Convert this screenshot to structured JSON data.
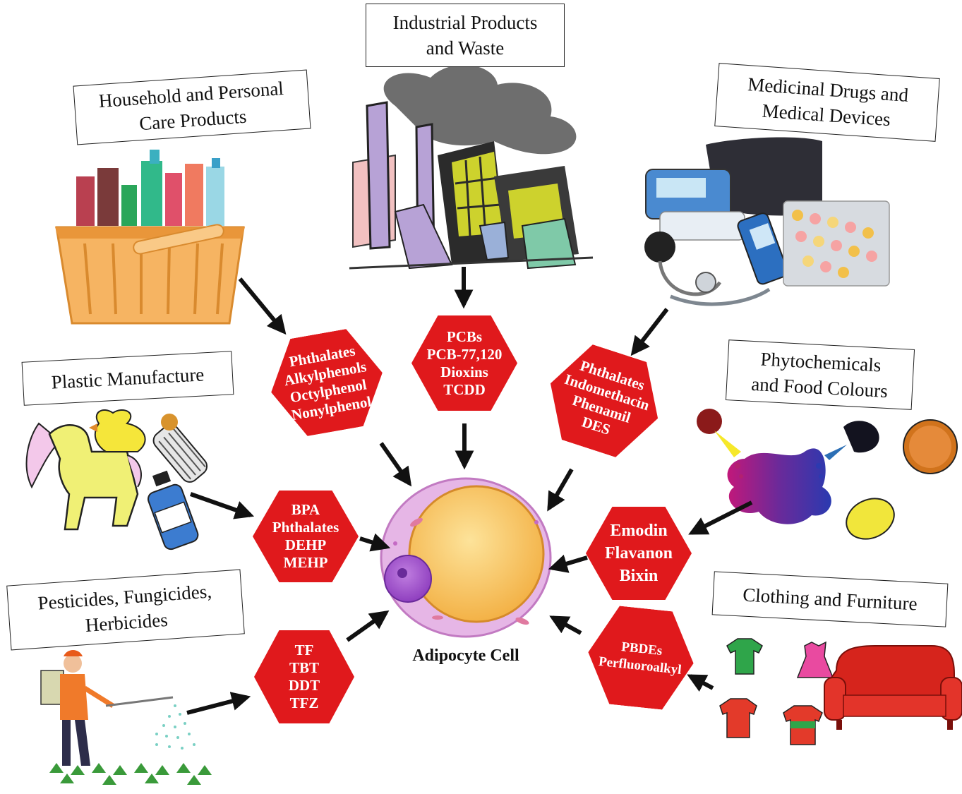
{
  "sources": [
    {
      "id": "household",
      "lines": [
        "Household  and  Personal",
        "Care Products"
      ]
    },
    {
      "id": "industrial",
      "lines": [
        "Industrial  Products",
        "and Waste"
      ]
    },
    {
      "id": "medicinal",
      "lines": [
        "Medicinal  Drugs  and",
        "Medical  Devices"
      ]
    },
    {
      "id": "plastic",
      "lines": [
        "Plastic  Manufacture"
      ]
    },
    {
      "id": "phyto",
      "lines": [
        "Phytochemicals",
        "and Food Colours"
      ]
    },
    {
      "id": "pesticides",
      "lines": [
        "Pesticides,  Fungicides,",
        "Herbicides"
      ]
    },
    {
      "id": "clothing",
      "lines": [
        "Clothing  and  Furniture"
      ]
    }
  ],
  "chemicals": [
    {
      "id": "household",
      "lines": [
        "Phthalates",
        "Alkylphenols",
        "Octylphenol",
        "Nonylphenol"
      ]
    },
    {
      "id": "industrial",
      "lines": [
        "PCBs",
        "PCB-77,120",
        "Dioxins",
        "TCDD"
      ]
    },
    {
      "id": "medicinal",
      "lines": [
        "Phthalates",
        "Indomethacin",
        "Phenamil",
        "DES"
      ]
    },
    {
      "id": "plastic",
      "lines": [
        "BPA",
        "Phthalates",
        "DEHP",
        "MEHP"
      ]
    },
    {
      "id": "phyto",
      "lines": [
        "Emodin",
        "Flavanon",
        "Bixin"
      ]
    },
    {
      "id": "pesticides",
      "lines": [
        "TF",
        "TBT",
        "DDT",
        "TFZ"
      ]
    },
    {
      "id": "clothing",
      "lines": [
        "PBDEs",
        "Perfluoroalkyl"
      ]
    }
  ],
  "center": {
    "label": "Adipocyte Cell"
  },
  "colors": {
    "hexagon": "#e0191c",
    "cytoplasm": "#e6b6e6",
    "lipid_droplet": "#f6b84a",
    "nucleus": "#a050c8"
  }
}
